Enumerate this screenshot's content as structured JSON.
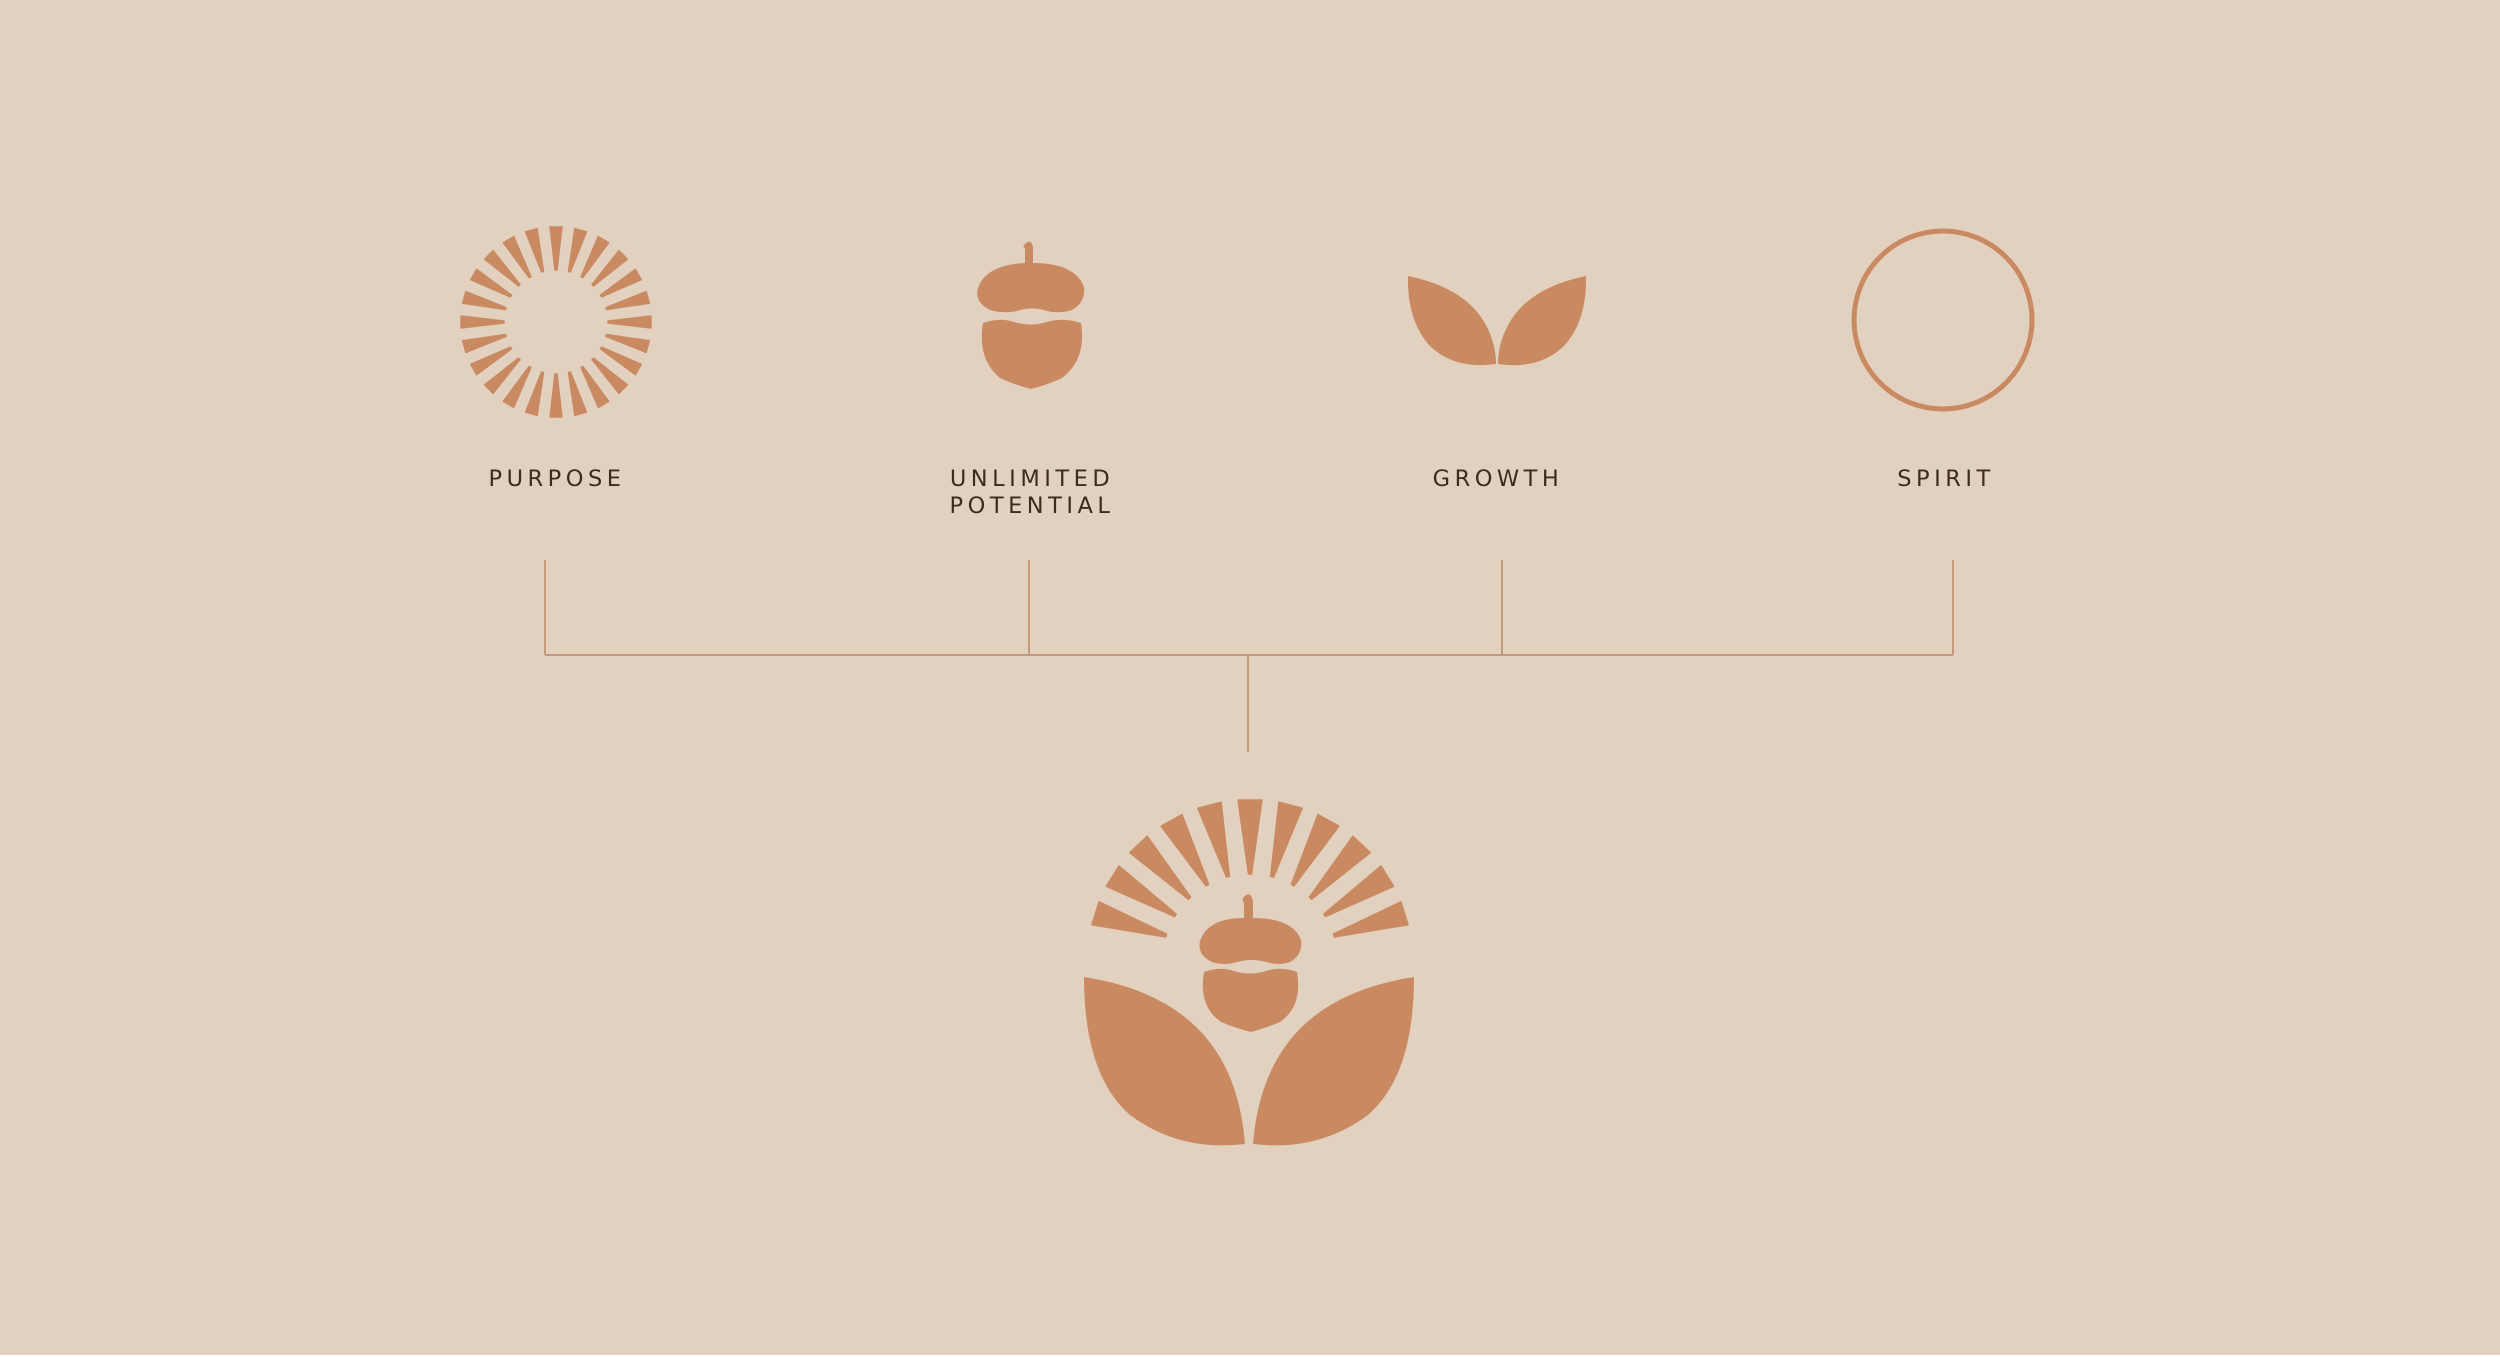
{
  "colors": {
    "background": "#e3d1c0",
    "accent": "#c98a62",
    "text": "#3d2b1f",
    "line": "#c49a7a"
  },
  "pillars": [
    {
      "label_lines": [
        "PURPOSE"
      ],
      "icon": "sun-rays-icon"
    },
    {
      "label_lines": [
        "UNLIMITED",
        "POTENTIAL"
      ],
      "icon": "acorn-icon"
    },
    {
      "label_lines": [
        "GROWTH"
      ],
      "icon": "leaves-icon"
    },
    {
      "label_lines": [
        "SPIRIT"
      ],
      "icon": "circle-icon"
    }
  ],
  "combined_logo": {
    "icon": "sun-acorn-leaves-logo"
  }
}
